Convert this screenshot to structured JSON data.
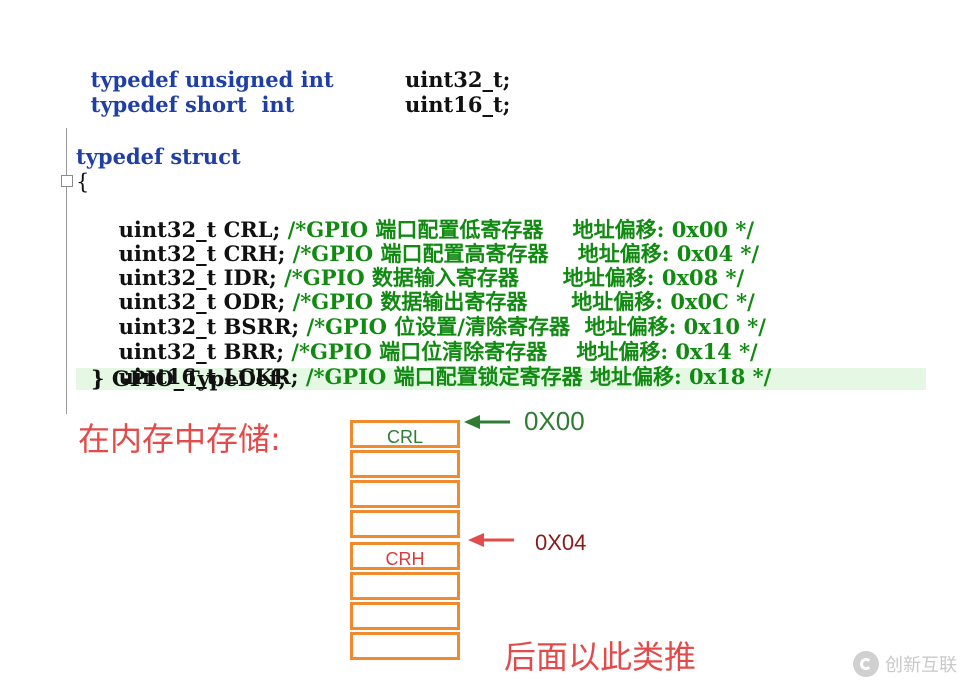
{
  "typedefs": [
    {
      "keyword": "typedef unsigned int",
      "name": "uint32_t;"
    },
    {
      "keyword": "typedef short  int",
      "name": "uint16_t;"
    }
  ],
  "struct_open": "typedef struct",
  "brace_open": "{",
  "members": [
    {
      "decl": "uint32_t CRL;",
      "comment": "/*GPIO 端口配置低寄存器    地址偏移: 0x00 */"
    },
    {
      "decl": "uint32_t CRH;",
      "comment": "/*GPIO 端口配置高寄存器    地址偏移: 0x04 */"
    },
    {
      "decl": "uint32_t IDR;",
      "comment": "/*GPIO 数据输入寄存器      地址偏移: 0x08 */"
    },
    {
      "decl": "uint32_t ODR;",
      "comment": "/*GPIO 数据输出寄存器      地址偏移: 0x0C */"
    },
    {
      "decl": "uint32_t BSRR;",
      "comment": "/*GPIO 位设置/清除寄存器  地址偏移: 0x10 */"
    },
    {
      "decl": "uint32_t BRR;",
      "comment": "/*GPIO 端口位清除寄存器    地址偏移: 0x14 */"
    },
    {
      "decl": "uint16_t LCKR;",
      "comment": "/*GPIO 端口配置锁定寄存器 地址偏移: 0x18 */"
    }
  ],
  "struct_close": "} GPIO_TypeDef;",
  "memory_heading": "在内存中存储:",
  "memory_cells": [
    "CRL",
    "",
    "",
    "",
    "CRH",
    "",
    "",
    ""
  ],
  "addresses": {
    "first": "0X00",
    "second": "0X04"
  },
  "colors": {
    "first_arrow": "#2e7d32",
    "second_arrow": "#e34b4b",
    "cell_border": "#f08a2c"
  },
  "footer_note": "后面以此类推",
  "watermark": {
    "icon": "logo-icon",
    "text": "创新互联"
  }
}
